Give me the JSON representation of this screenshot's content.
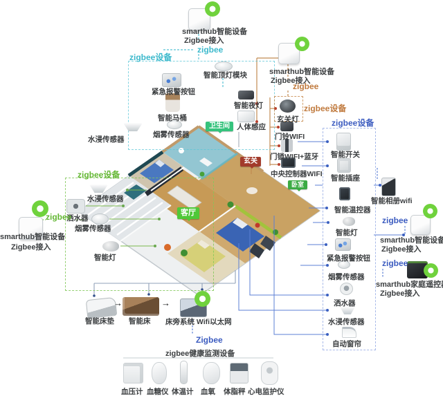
{
  "colors": {
    "zigbee_cyan": "#3cb9cc",
    "zigbee_green": "#63b733",
    "zigbee_orange": "#c07a3e",
    "zigbee_blue": "#3c5cc0",
    "hub_ring": "#70d23d",
    "tag_bathroom": "#36c37d",
    "tag_hallway": "#a23b2b",
    "tag_living": "#4fc838",
    "tag_bedroom": "#3cab44"
  },
  "hubs": {
    "top": {
      "l1": "smarthub智能设备",
      "l2": "Zigbee接入",
      "link": "zigbee"
    },
    "entry": {
      "l1": "smarthub智能设备",
      "l2": "Zigbee接入",
      "link": "zigbee"
    },
    "left": {
      "l1": "smarthub智能设备",
      "l2": "Zigbee接入",
      "link": "zigbee"
    },
    "right": {
      "l1": "smarthub智能设备",
      "l2": "Zigbee接入",
      "link": "zigbee"
    },
    "remote": {
      "l1": "smarthub家庭遥控器",
      "l2": "Zigbee接入",
      "link": "zigbee"
    }
  },
  "zones": {
    "bathroom": {
      "title": "zigbee设备",
      "ceiling_module": "智能顶灯模块",
      "alarm_button": "紧急报警按钮",
      "toilet": "智能马桶",
      "smoke": "烟雾传感器",
      "water": "水浸传感器",
      "night_light": "智能夜灯",
      "motion": "人体感应"
    },
    "entry": {
      "title": "zigbee设备",
      "lamp": "玄关灯",
      "doorbell": "门铃WIFI",
      "lock": "门锁WIFI+蓝牙",
      "controller": "中央控制器WIFI"
    },
    "right": {
      "title": "zigbee设备",
      "switch": "智能开关",
      "socket": "智能插座",
      "thermostat": "智能温控器",
      "light": "智能灯",
      "alarm_button": "紧急报警按钮",
      "smoke": "烟雾传感器",
      "sprinkler": "洒水器",
      "water": "水浸传感器",
      "curtain": "自动窗帘",
      "photo_frame": "智能相册wifi"
    },
    "left": {
      "title": "zigbee设备",
      "water": "水浸传感器",
      "sprinkler": "洒水器",
      "smoke": "烟雾传感器",
      "light": "智能灯"
    }
  },
  "rooms": {
    "bathroom": "卫生间",
    "hallway": "玄关",
    "living": "客厅",
    "bedroom": "卧室"
  },
  "bed_chain": {
    "mattress": "智能床垫",
    "bed": "智能床",
    "bedside": "床旁系统 Wifi以太网",
    "arrow": "→"
  },
  "health": {
    "link": "Zigbee",
    "title": "zigbee健康监测设备",
    "bp": "血压计",
    "glucose": "血糖仪",
    "thermo": "体温计",
    "oximeter": "血氧",
    "scale": "体脂秤",
    "ecg": "心电监护仪"
  }
}
